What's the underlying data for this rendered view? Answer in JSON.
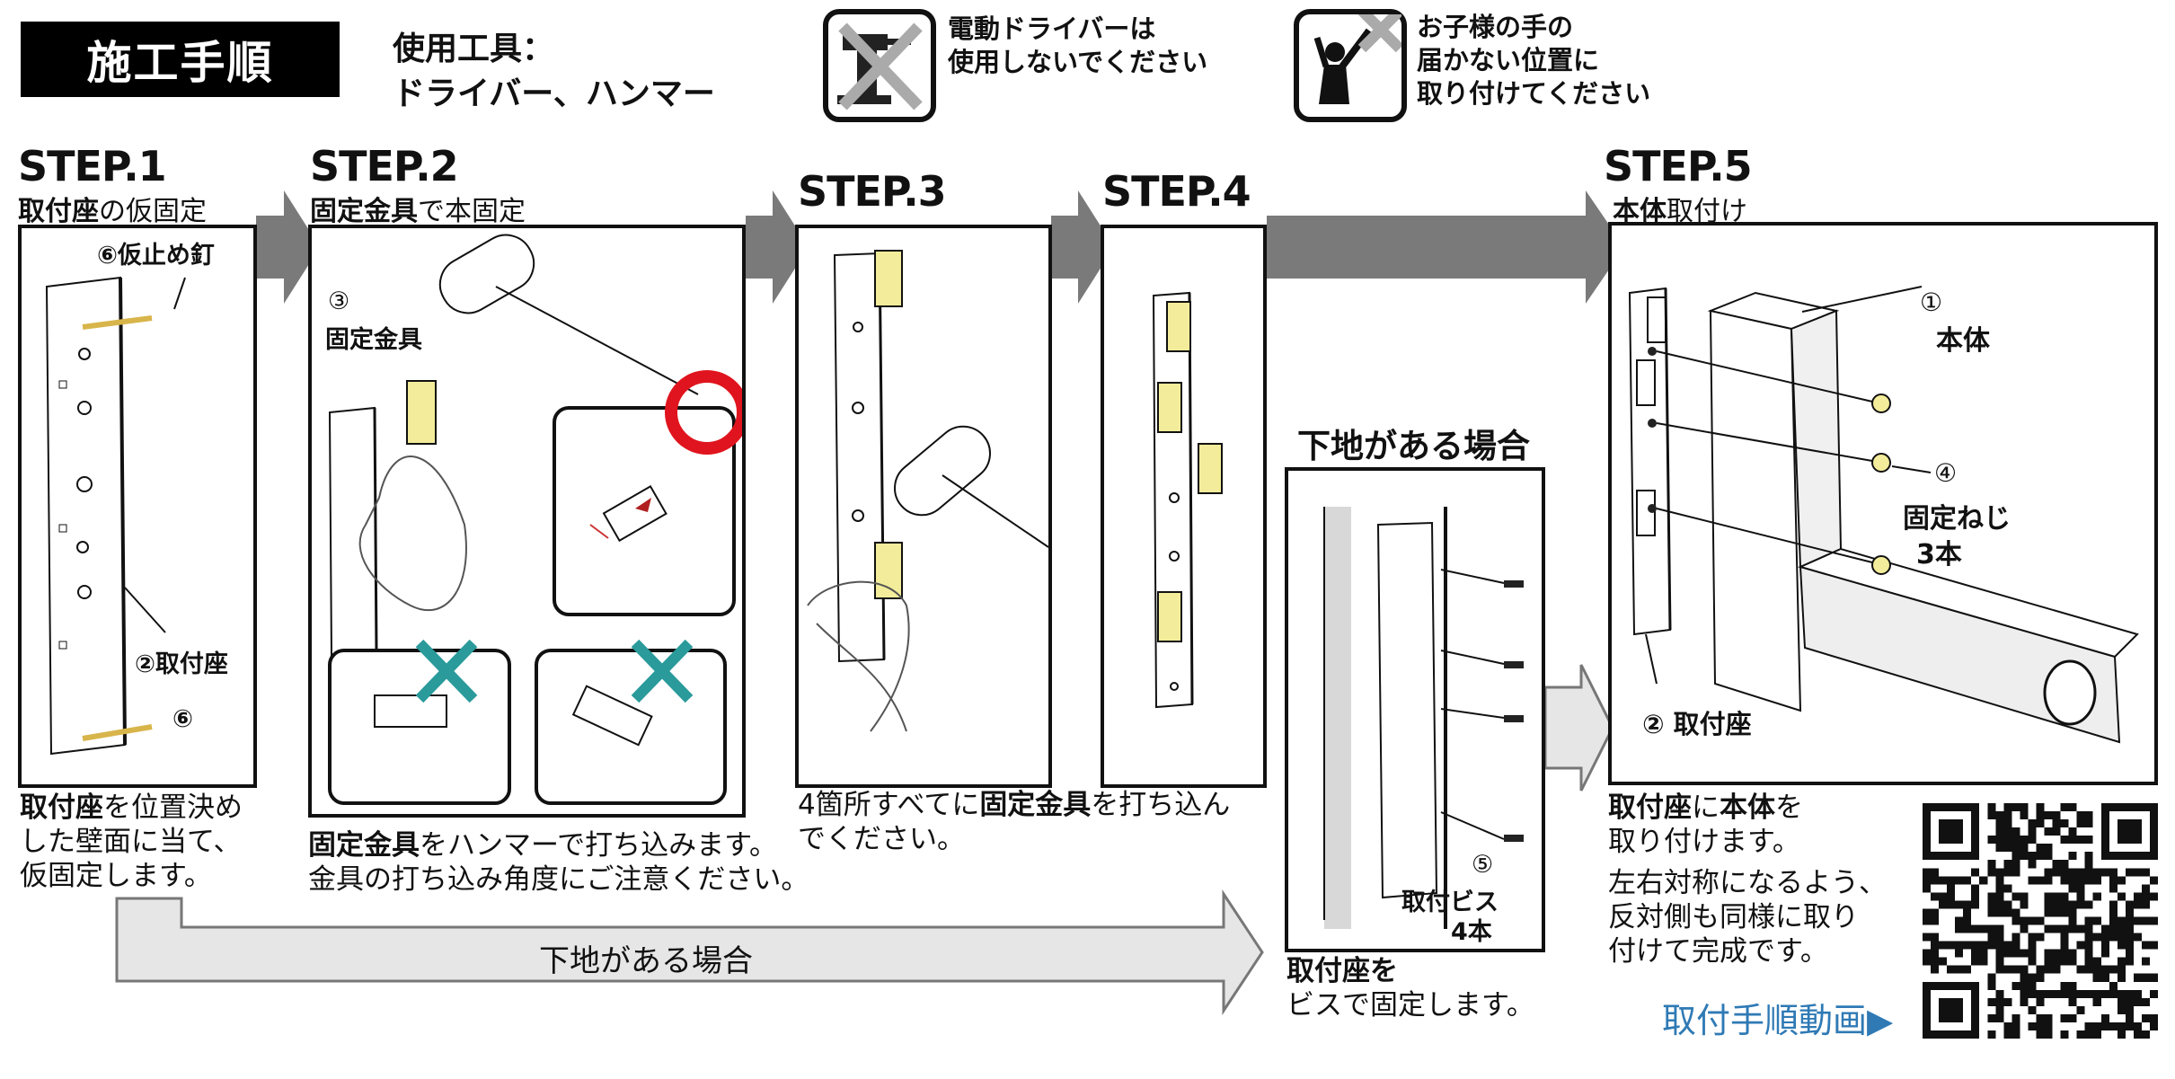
{
  "header": {
    "title": "施工手順",
    "tools_line1": "使用工具：",
    "tools_line2": "ドライバー、ハンマー",
    "warning1_line1": "電動ドライバーは",
    "warning1_line2": "使用しないでください",
    "warning2_line1": "お子様の手の",
    "warning2_line2": "届かない位置に",
    "warning2_line3": "取り付けてください"
  },
  "steps": {
    "s1": {
      "label": "STEP.1",
      "sub_bold": "取付座",
      "sub_rest": "の仮固定",
      "callout_nail": "⑥仮止め釘",
      "callout_base": "②取付座",
      "callout_six": "⑥",
      "desc_line1_bold": "取付座",
      "desc_line1_rest": "を位置決め",
      "desc_line2": "した壁面に当て、",
      "desc_line3": "仮固定します。"
    },
    "s2": {
      "label": "STEP.2",
      "sub_bold": "固定金具",
      "sub_rest": "で本固定",
      "callout_num": "③",
      "callout_name": "固定金具",
      "desc_line1_bold": "固定金具",
      "desc_line1_rest": "をハンマーで打ち込みます。",
      "desc_line2": "金具の打ち込み角度にご注意ください。"
    },
    "s3": {
      "label": "STEP.3",
      "desc_line1_pre": "4箇所すべてに",
      "desc_line1_bold": "固定金具",
      "desc_line1_post": "を打ち込ん",
      "desc_line2": "でください。"
    },
    "s4": {
      "label": "STEP.4"
    },
    "base": {
      "title": "下地がある場合",
      "callout_num": "⑤",
      "callout_name": "取付ビス",
      "callout_count": "4本",
      "desc_line1_bold": "取付座を",
      "desc_line2": "ビスで固定します。"
    },
    "s5": {
      "label": "STEP.5",
      "sub_bold": "本体",
      "sub_rest": "取付け",
      "callout_body_num": "①",
      "callout_body": "本体",
      "callout_screw_num": "④",
      "callout_screw": "固定ねじ",
      "callout_screw_count": "3本",
      "callout_base": "② 取付座",
      "desc_line1_bold1": "取付座",
      "desc_line1_mid": "に",
      "desc_line1_bold2": "本体",
      "desc_line1_end": "を",
      "desc_line2": "取り付けます。",
      "desc_line3": "左右対称になるよう、",
      "desc_line4": "反対側も同様に取り",
      "desc_line5": "付けて完成です。"
    }
  },
  "flow_arrow_label": "下地がある場合",
  "video_link": "取付手順動画▶",
  "colors": {
    "bracket_yellow": "#f3ec9a",
    "ok_red": "#e0141e",
    "ng_teal": "#2a9a9b",
    "arrow_gray": "#7a7a7a",
    "link_blue": "#2f7ab5"
  }
}
